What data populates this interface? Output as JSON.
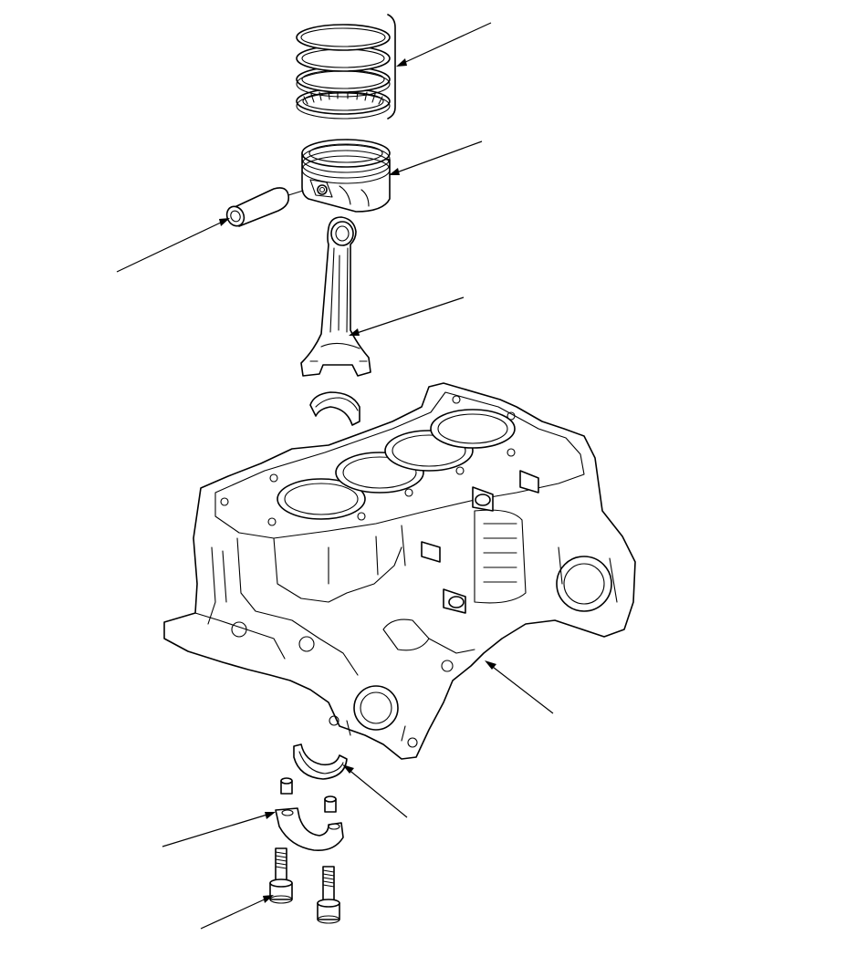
{
  "diagram": {
    "type": "exploded-parts-view",
    "background": "#ffffff",
    "line_color": "#000000",
    "parts": [
      "piston-rings",
      "piston",
      "piston-pin",
      "connecting-rod",
      "upper-rod-bearing",
      "cylinder-block",
      "lower-rod-bearing",
      "dowel-pins",
      "connecting-rod-cap",
      "connecting-rod-bolts"
    ],
    "callout_count": 8
  }
}
